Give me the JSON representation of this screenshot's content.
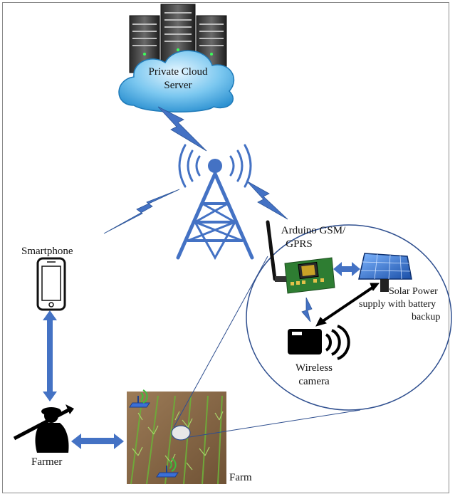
{
  "labels": {
    "cloud_line1": "Private Cloud",
    "cloud_line2": "Server",
    "smartphone": "Smartphone",
    "farmer": "Farmer",
    "farm": "Farm",
    "gsm_line1": "Arduino GSM/",
    "gsm_line2": "GPRS",
    "solar_line1": "Solar Power",
    "solar_line2": "supply with battery",
    "solar_line3": "backup",
    "camera_line1": "Wireless",
    "camera_line2": "camera"
  },
  "colors": {
    "accent_blue": "#4472c4",
    "cloud_blue": "#3aa0d8",
    "circle_stroke": "#2f4f8f",
    "soil": "#8a6a48",
    "board_green": "#2e7d32",
    "text": "#111111"
  },
  "icons": [
    "server-icon",
    "cloud-icon",
    "tower-icon",
    "lightning-icon",
    "smartphone-icon",
    "farmer-icon",
    "sensor-icon",
    "gsm-board-icon",
    "solar-panel-icon",
    "camera-icon",
    "antenna-icon"
  ]
}
